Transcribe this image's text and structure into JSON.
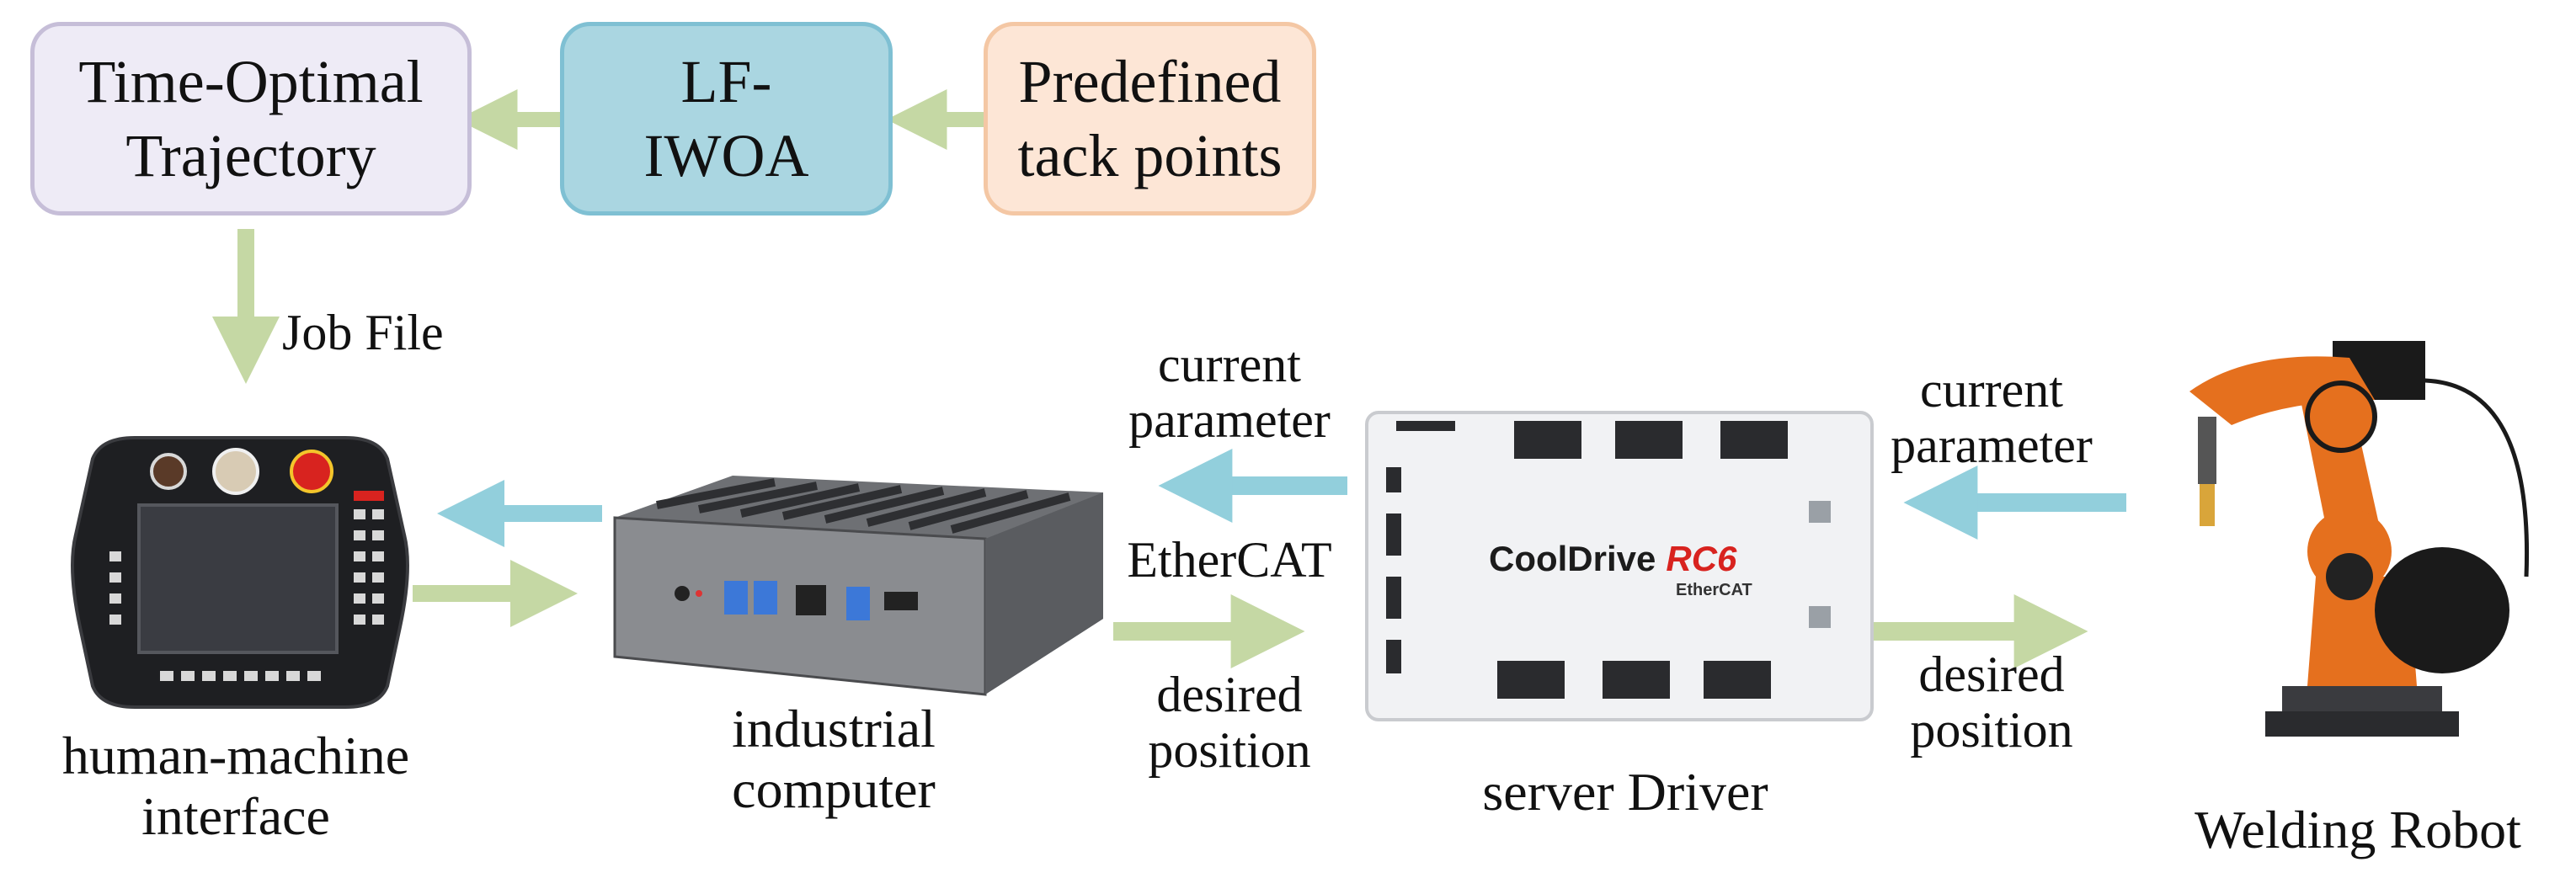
{
  "boxes": {
    "time_optimal": {
      "line1": "Time-Optimal",
      "line2": "Trajectory",
      "fill": "#eeebf6",
      "border": "#c6bed8"
    },
    "lf_iwoa": {
      "line1": "LF-",
      "line2": "IWOA",
      "fill": "#aad6e1",
      "border": "#7fc0d3"
    },
    "predefined": {
      "line1": "Predefined",
      "line2": "tack points",
      "fill": "#fde6d6",
      "border": "#f4c7a4"
    }
  },
  "edges": {
    "job_file": "Job File",
    "current_param_1": {
      "line1": "current",
      "line2": "parameter"
    },
    "ethercat": "EtherCAT",
    "desired_pos_1": {
      "line1": "desired",
      "line2": "position"
    },
    "current_param_2": {
      "line1": "current",
      "line2": "parameter"
    },
    "desired_pos_2": {
      "line1": "desired",
      "line2": "position"
    }
  },
  "nodes": {
    "hmi": {
      "line1": "human-machine",
      "line2": "interface"
    },
    "computer": {
      "line1": "industrial",
      "line2": "computer"
    },
    "driver": {
      "label": "server Driver",
      "brand": "CoolDrive",
      "model": "RC6",
      "sub": "EtherCAT"
    },
    "robot": {
      "label": "Welding Robot"
    }
  },
  "colors": {
    "green_arrow": "#c5d8a4",
    "blue_arrow": "#92cfdc",
    "robot_orange": "#e5701e"
  }
}
